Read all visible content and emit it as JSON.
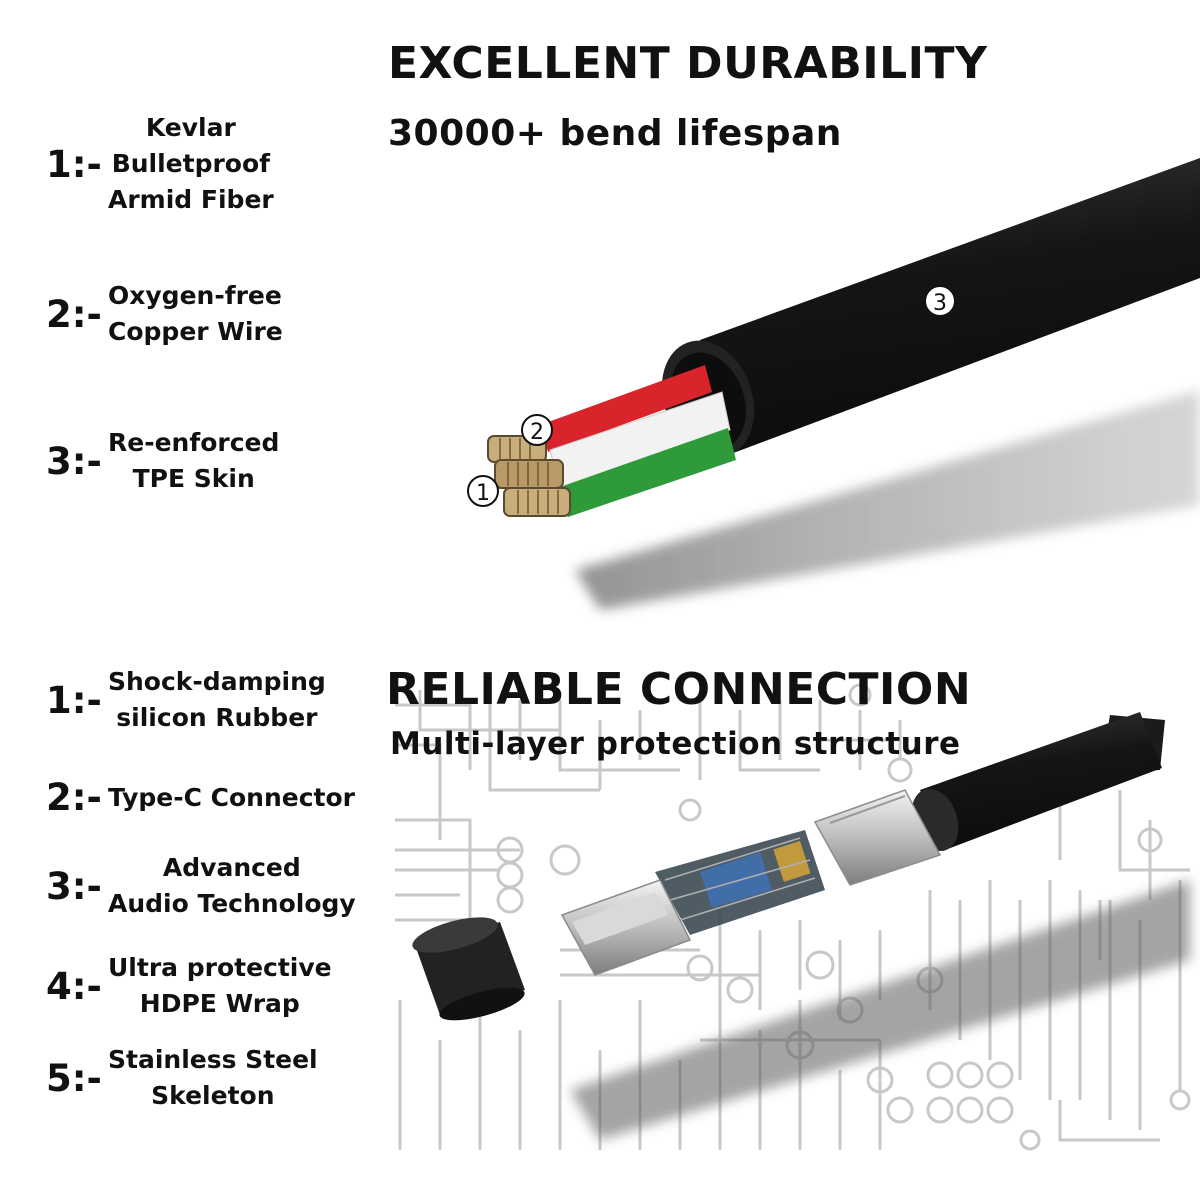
{
  "durability": {
    "title": "EXCELLENT DURABILITY",
    "subtitle": "30000+ bend lifespan",
    "items": [
      {
        "num": "1:-",
        "lines": [
          "Kevlar",
          "Bulletproof",
          "Armid Fiber"
        ]
      },
      {
        "num": "2:-",
        "lines": [
          "Oxygen-free",
          "Copper Wire"
        ]
      },
      {
        "num": "3:-",
        "lines": [
          "Re-enforced",
          "TPE Skin"
        ]
      }
    ],
    "callouts": [
      "1",
      "2",
      "3"
    ]
  },
  "connection": {
    "title": "RELIABLE CONNECTION",
    "subtitle": "Multi-layer protection structure",
    "items": [
      {
        "num": "1:-",
        "lines": [
          "Shock-damping",
          "silicon Rubber"
        ]
      },
      {
        "num": "2:-",
        "lines": [
          "Type-C Connector"
        ]
      },
      {
        "num": "3:-",
        "lines": [
          "Advanced",
          "Audio Technology"
        ]
      },
      {
        "num": "4:-",
        "lines": [
          "Ultra protective",
          "HDPE Wrap"
        ]
      },
      {
        "num": "5:-",
        "lines": [
          "Stainless Steel",
          "Skeleton"
        ]
      }
    ]
  },
  "colors": {
    "cable_jacket": "#1b1b1b",
    "wire_red": "#d8242a",
    "wire_white": "#f2f2f2",
    "wire_green": "#2e9a3a",
    "copper": "#b89a6a",
    "circuit_lines": "#c8c8c8"
  }
}
